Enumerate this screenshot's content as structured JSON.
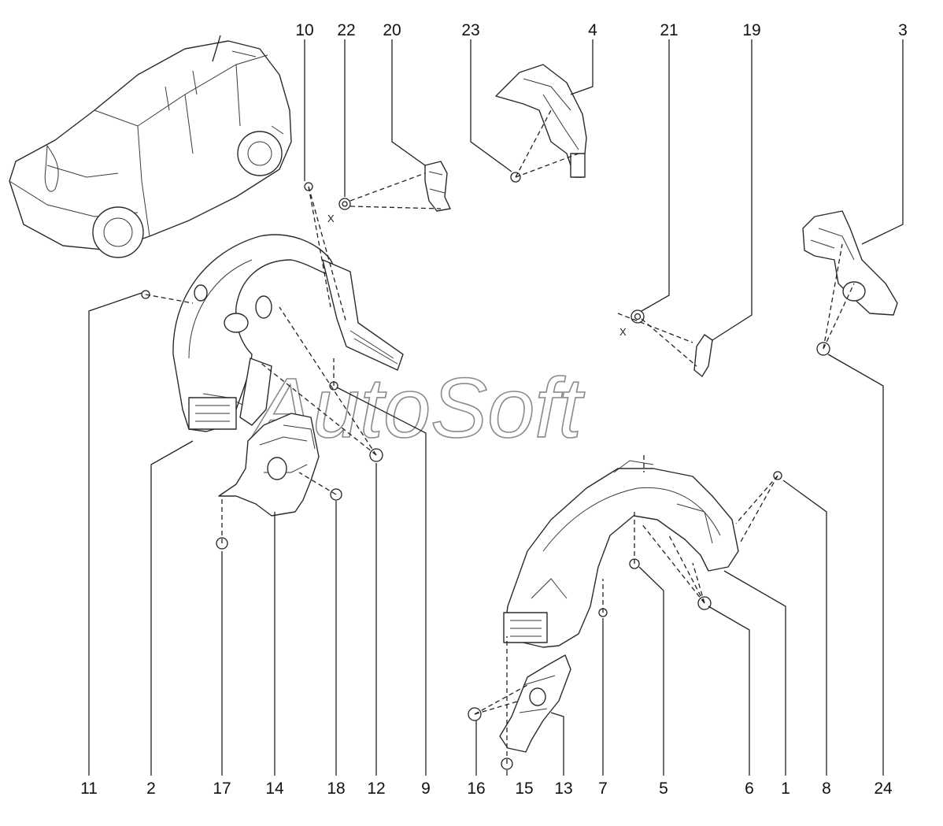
{
  "watermark": "AutoSoft",
  "x_label": "X",
  "callouts": {
    "top": [
      "10",
      "22",
      "20",
      "23",
      "4",
      "21",
      "19",
      "3"
    ],
    "bottom": [
      "11",
      "2",
      "17",
      "14",
      "18",
      "12",
      "9",
      "16",
      "15",
      "13",
      "7",
      "5",
      "6",
      "1",
      "8",
      "24"
    ]
  }
}
